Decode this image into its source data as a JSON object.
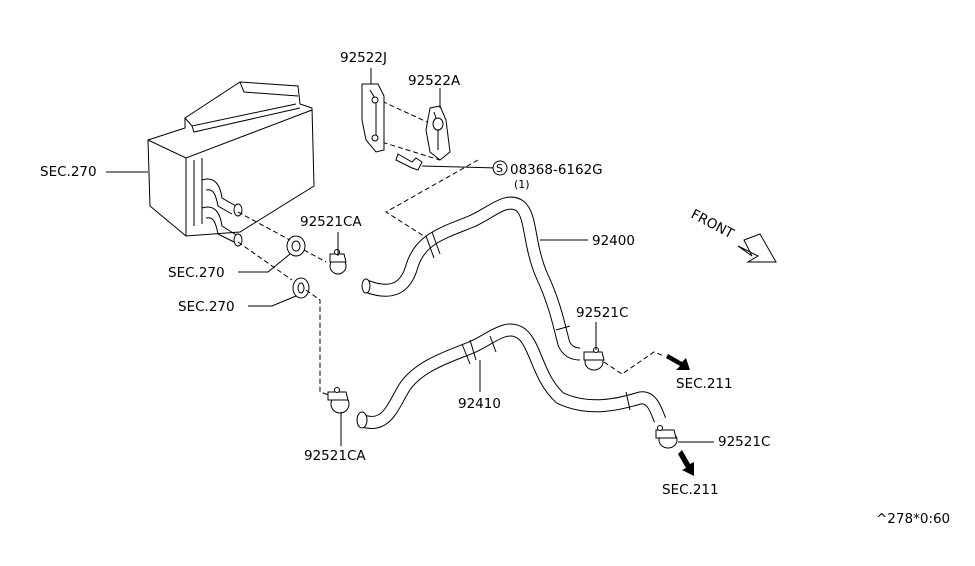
{
  "diagram": {
    "labels": {
      "sec270_heater": "SEC.270",
      "sec270_upper": "SEC.270",
      "sec270_lower": "SEC.270",
      "part_92522J": "92522J",
      "part_92522A": "92522A",
      "bolt_number": "08368-6162G",
      "bolt_qty": "(1)",
      "bolt_symbol": "S",
      "part_92521CA_top": "92521CA",
      "part_92521CA_bottom": "92521CA",
      "part_92400": "92400",
      "part_92521C_top": "92521C",
      "part_92521C_bottom": "92521C",
      "part_92410": "92410",
      "sec211_top": "SEC.211",
      "sec211_bottom": "SEC.211",
      "front": "FRONT",
      "diagram_code": "^278*0:60"
    }
  }
}
